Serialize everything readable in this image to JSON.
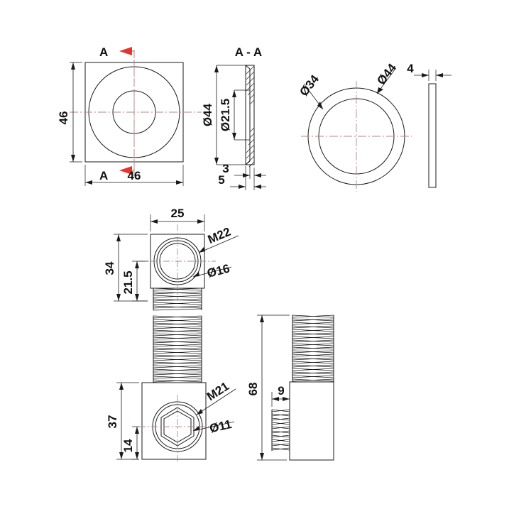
{
  "drawing": {
    "type": "mechanical-engineering-drawing",
    "background": "#ffffff",
    "line_color": "#1a1a1a",
    "centerline_color": "#b08a8a",
    "section_arrow_color": "#e8332a"
  },
  "views": {
    "front_flange": {
      "name": "square-flange-front-view",
      "section_label_top": "A",
      "section_label_bottom": "A",
      "dim_height": "46",
      "dim_width": "46"
    },
    "section_aa": {
      "name": "section-a-a-view",
      "title": "A - A",
      "dim_outer_dia": "Ø44",
      "dim_inner_dia": "Ø21.5",
      "dim_thin": "3",
      "dim_thick": "5"
    },
    "washer_ring": {
      "name": "washer-ring-view",
      "dim_inner_dia": "Ø34",
      "dim_outer_dia": "Ø44",
      "dim_thickness": "4"
    },
    "fitting_top": {
      "name": "fitting-top-view",
      "dim_width": "25",
      "dim_height": "34",
      "dim_bore_height": "21.5",
      "thread_callout": "M22",
      "bore_callout": "Ø16"
    },
    "fitting_bottom": {
      "name": "fitting-bottom-view",
      "dim_height": "37",
      "dim_center_height": "14",
      "thread_callout": "M21",
      "bore_callout": "Ø11"
    },
    "fitting_side": {
      "name": "fitting-side-view",
      "dim_total_length": "68",
      "dim_thread_length": "9"
    }
  }
}
